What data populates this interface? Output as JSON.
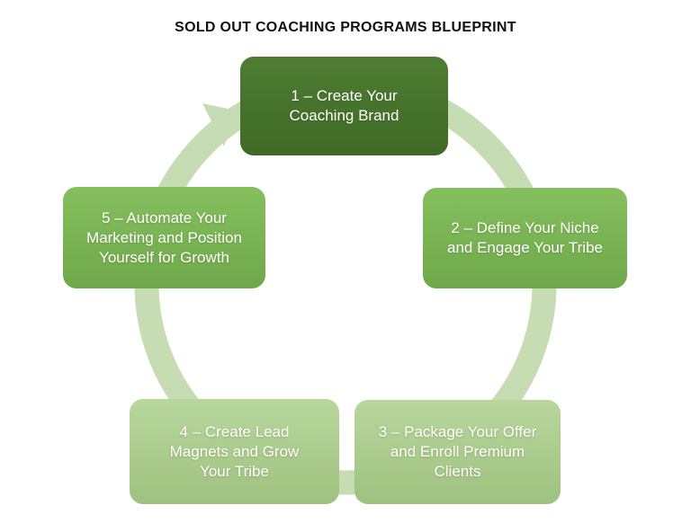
{
  "title": "SOLD OUT COACHING PROGRAMS BLUEPRINT",
  "diagram": {
    "type": "cycle",
    "flow_direction": "clockwise",
    "ring_color": "#c6dcb2",
    "text_color": "#ffffff",
    "steps": [
      {
        "label": "1 – Create Your\nCoaching Brand",
        "fill_top": "#4f7d33",
        "fill_bottom": "#3e6a25"
      },
      {
        "label": "2 – Define Your Niche\nand Engage Your Tribe",
        "fill_top": "#85bf5e",
        "fill_bottom": "#6fa84a"
      },
      {
        "label": "3 – Package Your Offer\nand Enroll Premium\nClients",
        "fill_top": "#b8d69d",
        "fill_bottom": "#9fc27f"
      },
      {
        "label": "4 – Create Lead\nMagnets and Grow\nYour Tribe",
        "fill_top": "#b8d69d",
        "fill_bottom": "#9fc27f"
      },
      {
        "label": "5 – Automate Your\nMarketing and Position\nYourself for Growth",
        "fill_top": "#85bf5e",
        "fill_bottom": "#6fa84a"
      }
    ]
  }
}
